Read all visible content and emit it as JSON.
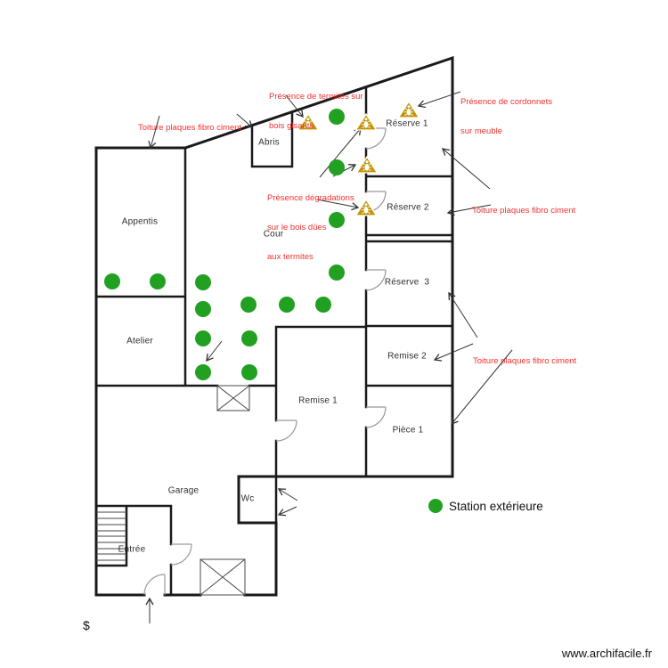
{
  "rooms": {
    "appentis": "Appentis",
    "atelier": "Atelier",
    "cour": "Cour",
    "abris": "Abris",
    "reserve1": "Réserve 1",
    "reserve2": "Réserve 2",
    "reserve3": "Réserve  3",
    "remise1": "Remise 1",
    "remise2": "Remise 2",
    "piece1": "Pièce 1",
    "garage": "Garage",
    "wc": "Wc",
    "entree": "Entrée"
  },
  "notes": {
    "toiture_left": [
      "Toiture plaques fibro ciment"
    ],
    "termites": [
      "Présence de termites sur",
      "bois gisants"
    ],
    "cordonnets": [
      "Présence de cordonnets",
      "sur meuble"
    ],
    "degradations": [
      "Présence dégradations",
      "sur le bois dûes",
      "aux termites"
    ],
    "toiture_right_top": [
      "Toiture plaques fibro ciment"
    ],
    "toiture_right_bottom": [
      "Toiture plaques fibro ciment"
    ]
  },
  "legend": {
    "station": "Station extérieure"
  },
  "footer": {
    "website": "www.archifacile.fr"
  },
  "plan_symbols": {
    "scale_mark": "$"
  },
  "colors": {
    "station_green": "#22a022",
    "warning_gold": "#c69405",
    "note_red": "#f23030",
    "wall_black": "#1a1a1a"
  },
  "stations": [
    [
      126,
      316
    ],
    [
      177,
      316
    ],
    [
      228,
      317
    ],
    [
      228,
      347
    ],
    [
      228,
      380
    ],
    [
      228,
      418
    ],
    [
      279,
      342
    ],
    [
      322,
      342
    ],
    [
      363,
      342
    ],
    [
      280,
      380
    ],
    [
      280,
      418
    ],
    [
      378,
      131
    ],
    [
      378,
      188
    ],
    [
      378,
      247
    ],
    [
      378,
      306
    ]
  ],
  "warnings": [
    [
      346,
      137
    ],
    [
      411,
      137
    ],
    [
      459,
      123
    ],
    [
      412,
      185
    ],
    [
      411,
      233
    ]
  ]
}
